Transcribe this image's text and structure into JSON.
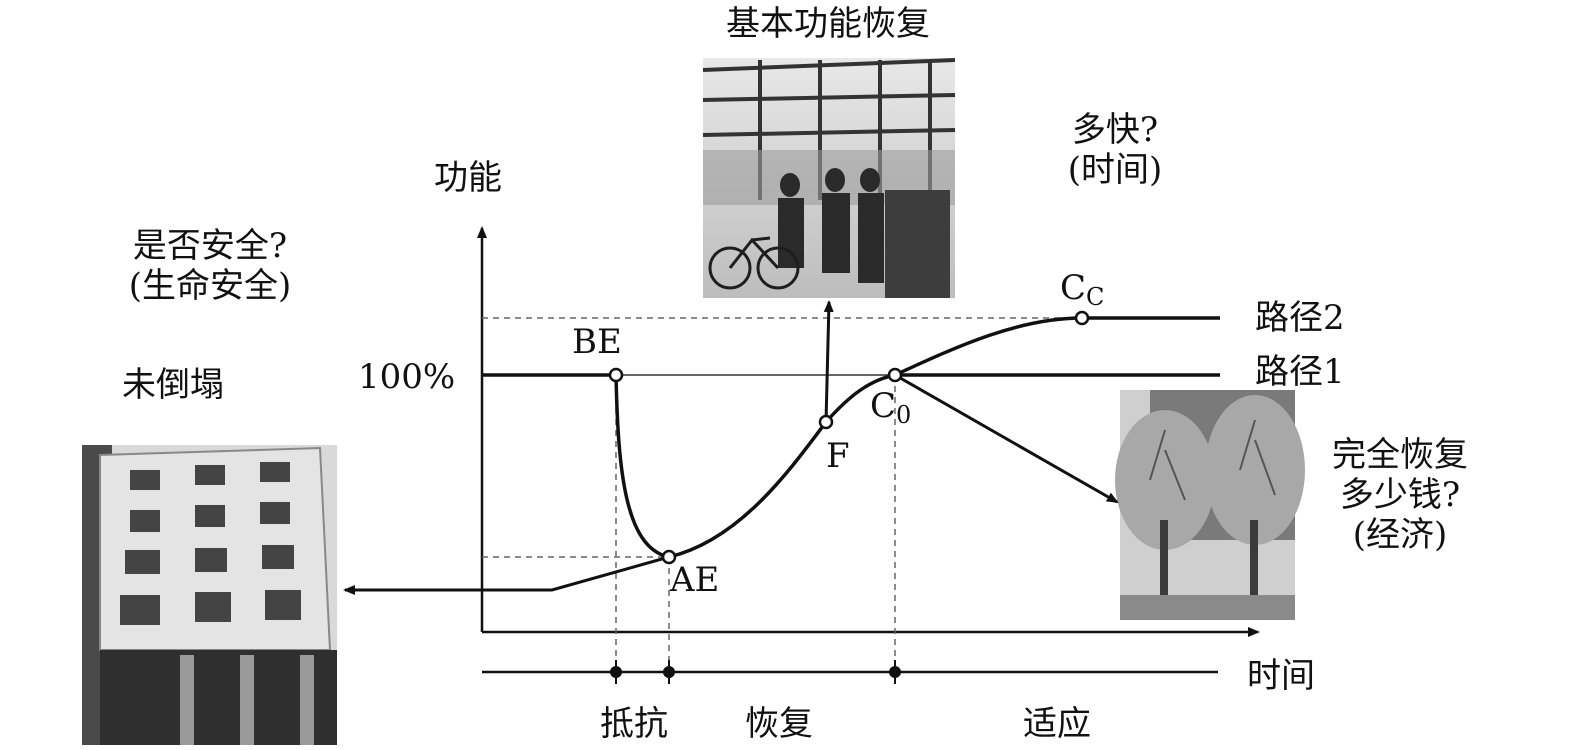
{
  "axis": {
    "y_label": "功能",
    "x_label": "时间",
    "tick_100": "100%"
  },
  "points": {
    "be": "BE",
    "ae": "AE",
    "f": "F",
    "c0_main": "C",
    "c0_sub": "0",
    "cc_main": "C",
    "cc_sub": "C"
  },
  "paths": {
    "path2": "路径2",
    "path1": "路径1"
  },
  "phases": [
    "抵抗",
    "恢复",
    "适应"
  ],
  "left": {
    "question_line1": "是否安全?",
    "question_line2": "(生命安全)",
    "caption": "未倒塌"
  },
  "top": {
    "caption": "基本功能恢复"
  },
  "right_top": {
    "line1": "多快?",
    "line2": "(时间)"
  },
  "right": {
    "line1": "完全恢复",
    "line2": "多少钱?",
    "line3": "(经济)"
  },
  "colors": {
    "line": "#111111",
    "dashed": "#666666",
    "photo_dark": "#3a3a3a"
  }
}
